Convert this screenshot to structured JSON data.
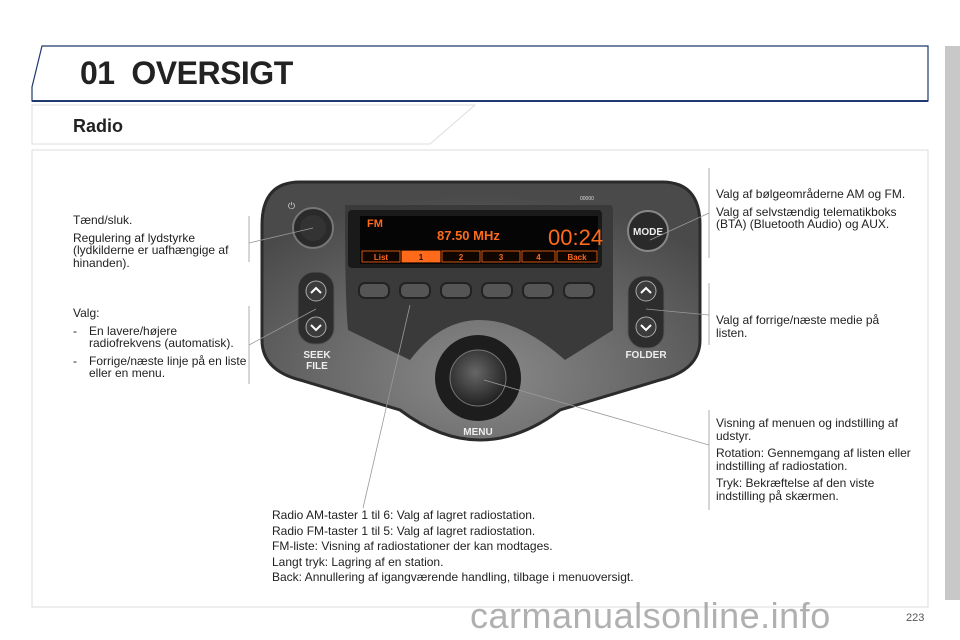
{
  "header": {
    "number": "01",
    "title": "OVERSIGT"
  },
  "section": {
    "title": "Radio"
  },
  "device": {
    "serial": "00000",
    "display": {
      "band": "FM",
      "frequency": "87.50 MHz",
      "clock": "00:24",
      "softkeys": [
        "List",
        "1",
        "2",
        "3",
        "4",
        "Back"
      ],
      "active_softkey": "1"
    },
    "labels": {
      "mode": "MODE",
      "seek": "SEEK",
      "file": "FILE",
      "folder": "FOLDER",
      "menu": "MENU"
    }
  },
  "left": {
    "power": [
      "Tænd/sluk.",
      "Regulering af lydstyrke (lydkilderne er uafhængige af hinanden)."
    ],
    "seek_title": "Valg:",
    "seek_items": [
      "En lavere/højere radiofrekvens (automatisk).",
      "Forrige/næste linje på en liste eller en menu."
    ]
  },
  "right": {
    "mode": [
      "Valg af bølgeområderne AM og FM.",
      "Valg af selvstændig telematikboks (BTA) (Bluetooth Audio) og AUX."
    ],
    "folder": [
      "Valg af forrige/næste medie på listen."
    ],
    "menu": [
      "Visning af menuen og indstilling af udstyr.",
      "Rotation: Gennemgang af listen eller indstilling af radiostation.",
      "Tryk: Bekræftelse af den viste indstilling på skærmen."
    ]
  },
  "bottom": [
    "Radio AM-taster 1 til 6: Valg af lagret radiostation.",
    "Radio FM-taster 1 til 5: Valg af lagret radiostation.",
    "FM-liste: Visning af radiostationer der kan modtages.",
    "Langt tryk: Lagring af en station.",
    "Back: Annullering af igangværende handling, tilbage i menuoversigt."
  ],
  "page_number": "223",
  "watermark": "carmanualsonline.info",
  "colors": {
    "accent": "#ff6a1a",
    "frame": "#1f3a6e"
  }
}
